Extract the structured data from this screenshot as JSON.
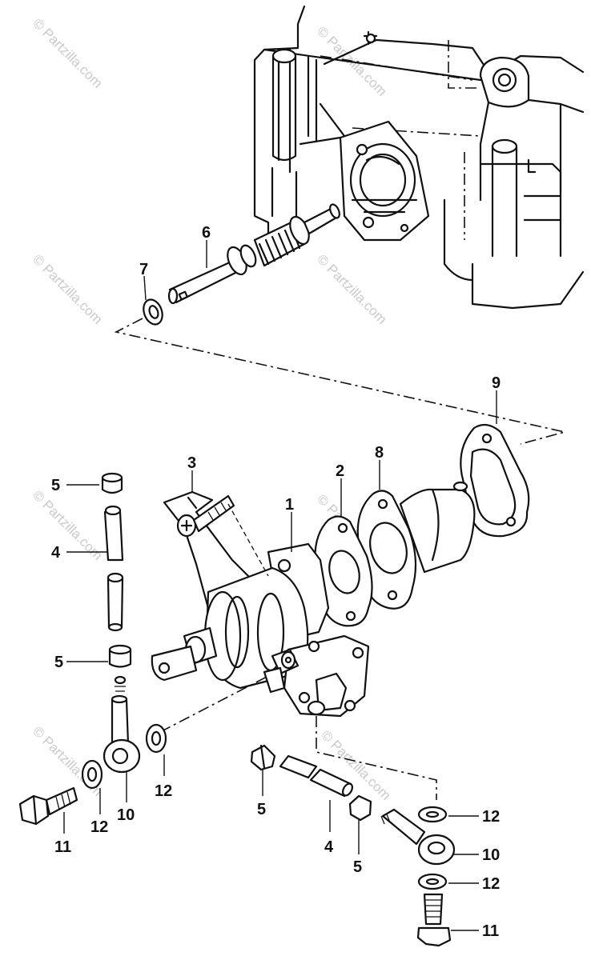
{
  "watermark": "© Partzilla.com",
  "callouts": [
    {
      "id": "c1",
      "label": "1"
    },
    {
      "id": "c2",
      "label": "2"
    },
    {
      "id": "c3",
      "label": "3"
    },
    {
      "id": "c4a",
      "label": "4"
    },
    {
      "id": "c4b",
      "label": "4"
    },
    {
      "id": "c5a",
      "label": "5"
    },
    {
      "id": "c5b",
      "label": "5"
    },
    {
      "id": "c5c",
      "label": "5"
    },
    {
      "id": "c5d",
      "label": "5"
    },
    {
      "id": "c6",
      "label": "6"
    },
    {
      "id": "c7",
      "label": "7"
    },
    {
      "id": "c8",
      "label": "8"
    },
    {
      "id": "c9",
      "label": "9"
    },
    {
      "id": "c10a",
      "label": "10"
    },
    {
      "id": "c10b",
      "label": "10"
    },
    {
      "id": "c11a",
      "label": "11"
    },
    {
      "id": "c11b",
      "label": "11"
    },
    {
      "id": "c12a",
      "label": "12"
    },
    {
      "id": "c12b",
      "label": "12"
    },
    {
      "id": "c12c",
      "label": "12"
    },
    {
      "id": "c12d",
      "label": "12"
    }
  ]
}
